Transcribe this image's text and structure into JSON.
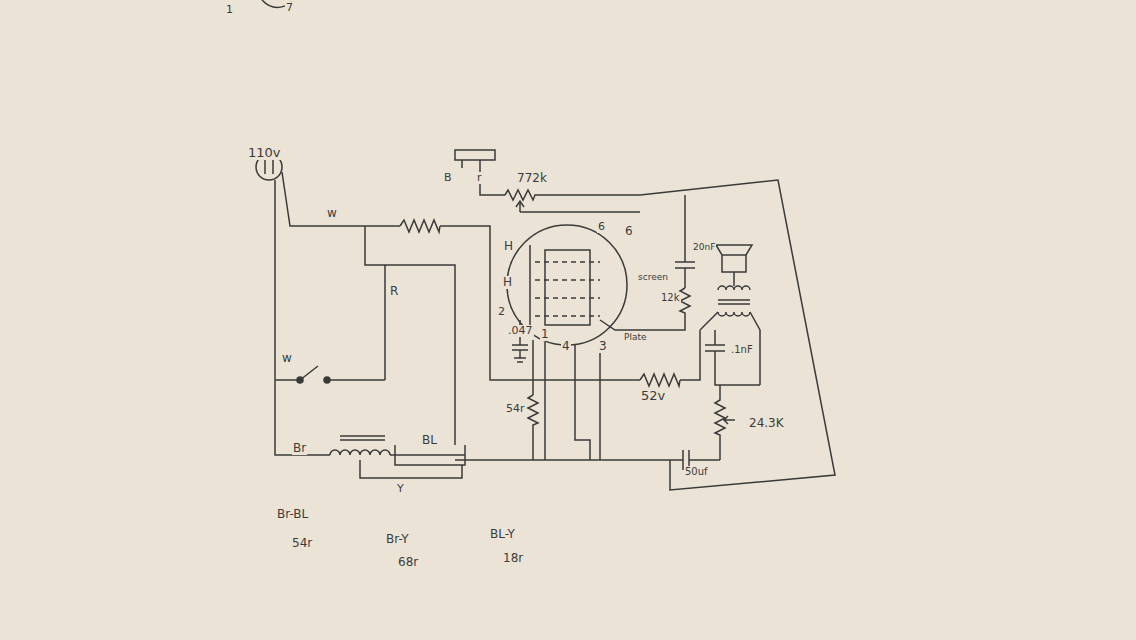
{
  "diagram": {
    "labels": [
      "1",
      "7",
      "110v",
      "w",
      "R",
      "w",
      "Br",
      "BL",
      "Y",
      "B",
      "r",
      "772k",
      "6",
      "6",
      "H",
      "H",
      "2",
      ".047",
      "1",
      "4",
      "3",
      "screen",
      "12k",
      "20nF",
      "Plate",
      ".1nF",
      "52v",
      "24.3K",
      "50uf",
      "54r",
      "Br-BL",
      "54r",
      "Br-Y",
      "68r",
      "BL-Y",
      "18r"
    ]
  }
}
